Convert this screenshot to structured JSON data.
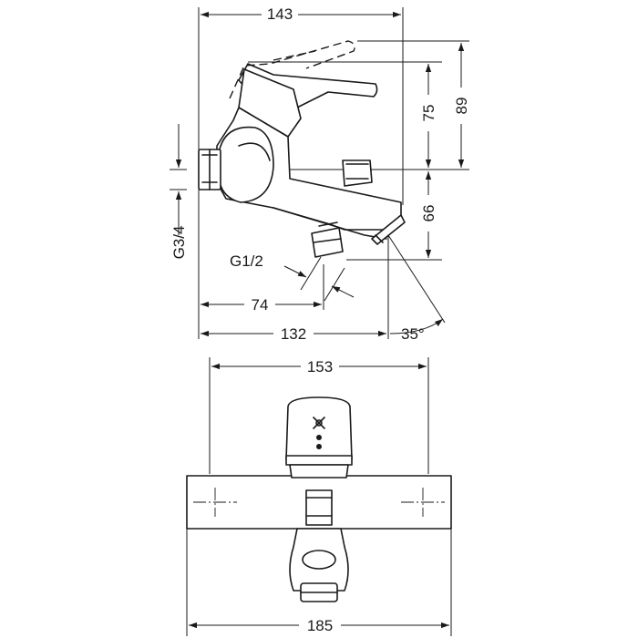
{
  "side_view": {
    "dims": {
      "width_total": "143",
      "height_total": "89",
      "height_upper": "75",
      "height_lower": "66",
      "inlet_thread": "G3/4",
      "outlet_thread": "G1/2",
      "offset_outlet": "74",
      "projection": "132",
      "spout_angle": "35°"
    }
  },
  "front_view": {
    "dims": {
      "handle_width": "153",
      "body_width": "185"
    }
  }
}
